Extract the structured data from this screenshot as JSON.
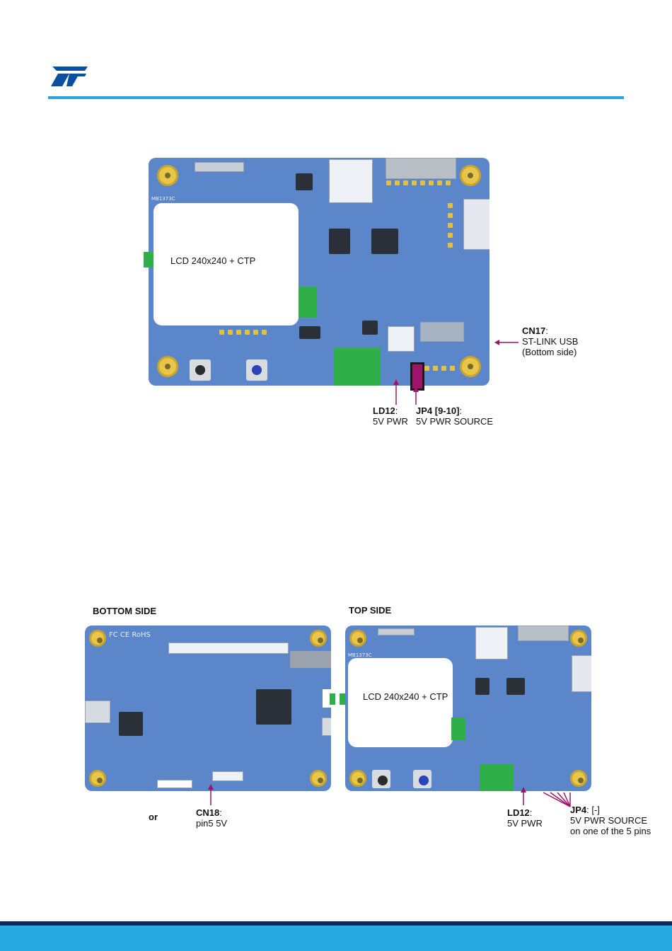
{
  "header": {
    "logo": "ST"
  },
  "figure1": {
    "lcd_label": "LCD 240x240 + CTP",
    "callouts": {
      "cn17": {
        "title": "CN17",
        "line1": "ST-LINK USB",
        "line2": "(Bottom side)"
      },
      "ld12": {
        "title": "LD12",
        "line1": "5V PWR"
      },
      "jp4": {
        "title": "JP4 [9-10]",
        "line1": "5V PWR SOURCE"
      }
    }
  },
  "figure2": {
    "bottom_title": "BOTTOM SIDE",
    "top_title": "TOP SIDE",
    "lcd_label": "LCD 240x240 + CTP",
    "or_label": "or",
    "callouts": {
      "cn18": {
        "title": "CN18",
        "line1": "pin5 5V"
      },
      "ld12": {
        "title": "LD12",
        "line1": "5V PWR"
      },
      "jp4": {
        "title": "JP4",
        "suffix": ": [-]",
        "line1": "5V PWR SOURCE",
        "line2": "on one of the 5 pins"
      }
    }
  },
  "colors": {
    "accent": "#26a9e0",
    "board": "#5b86c9",
    "callout": "#a0136b",
    "header_rule": "#2aa3d9"
  }
}
